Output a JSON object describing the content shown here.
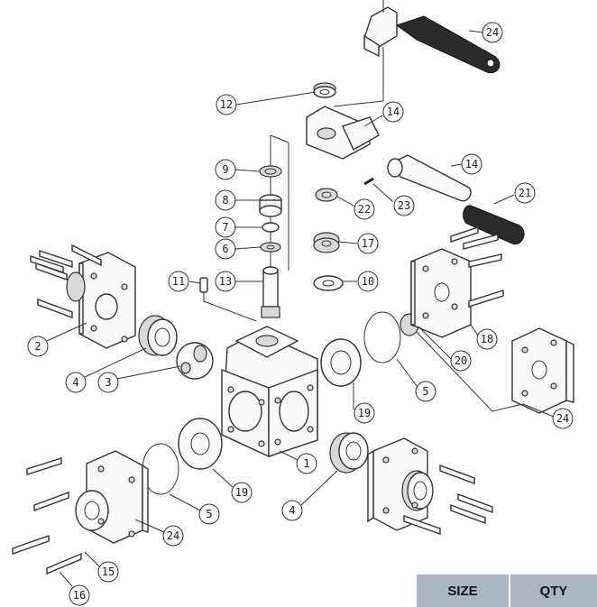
{
  "callouts": [
    "24",
    "12",
    "14",
    "14",
    "9",
    "8",
    "7",
    "6",
    "13",
    "11",
    "22",
    "23",
    "21",
    "17",
    "10",
    "2",
    "4",
    "3",
    "18",
    "20",
    "5",
    "19",
    "24",
    "1",
    "5",
    "19",
    "4",
    "24",
    "15",
    "16"
  ],
  "table": {
    "headers": [
      "SIZE",
      "QTY"
    ]
  },
  "colors": {
    "line": "#333333",
    "handle": "#2b2b2b",
    "table_header": "#a9b6c6"
  }
}
